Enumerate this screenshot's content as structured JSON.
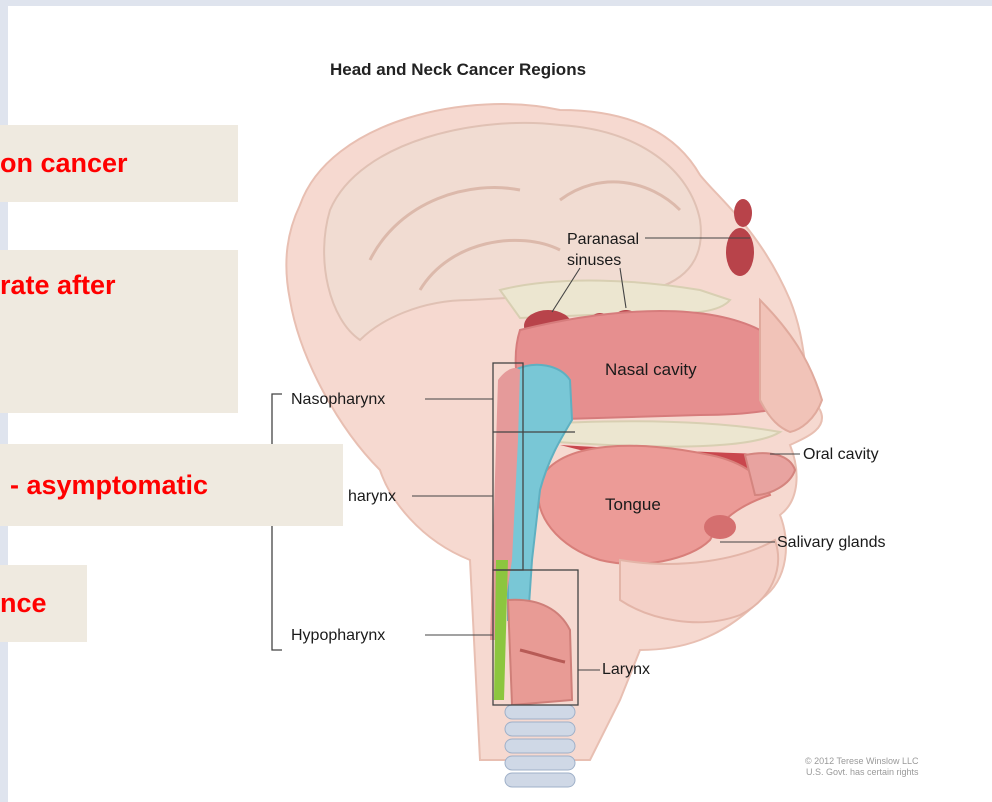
{
  "diagram": {
    "title": "Head and Neck Cancer Regions",
    "labels": {
      "paranasal": "Paranasal",
      "sinuses": "sinuses",
      "nasal_cavity": "Nasal cavity",
      "nasopharynx": "Nasopharynx",
      "oropharynx": "harynx",
      "hypopharynx": "Hypopharynx",
      "oral_cavity": "Oral cavity",
      "tongue": "Tongue",
      "salivary_glands": "Salivary glands",
      "larynx": "Larynx"
    },
    "copyright_line1": "© 2012 Terese Winslow LLC",
    "copyright_line2": "U.S. Govt. has certain rights",
    "colors": {
      "skin": "#f3cfc4",
      "tissue": "#eaa39c",
      "cavity_pink": "#e68f8f",
      "sinus_red": "#b8434a",
      "pharynx_blue": "#79c7d6",
      "green_strip": "#8cc63f",
      "bone": "#ece6d0",
      "brain": "#f0d6cc"
    }
  },
  "callouts": [
    {
      "text": "on cancer"
    },
    {
      "text": "rate after"
    },
    {
      "text": "- asymptomatic"
    },
    {
      "text": "nce"
    }
  ]
}
